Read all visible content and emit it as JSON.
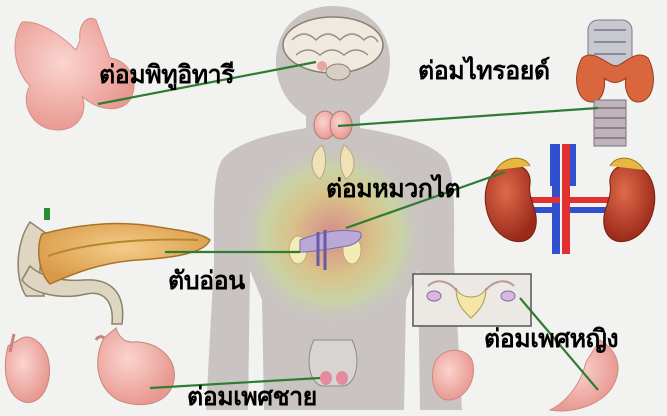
{
  "labels": {
    "pituitary": "ต่อมพิทูอิทารี",
    "thyroid": "ต่อมไทรอยด์",
    "adrenal": "ต่อมหมวกไต",
    "pancreas": "ตับอ่อน",
    "ovary": "ต่อมเพศหญิง",
    "testis": "ต่อมเพศชาย"
  },
  "colors": {
    "background": "#f2f2f0",
    "leader_line": "#2e7d32",
    "body": "#c9c4c2",
    "organ_pink": "#f0b2aa",
    "kidney": "#c23a28",
    "artery": "#e03030",
    "vein": "#3050d0",
    "pancreas": "#e8b060"
  }
}
